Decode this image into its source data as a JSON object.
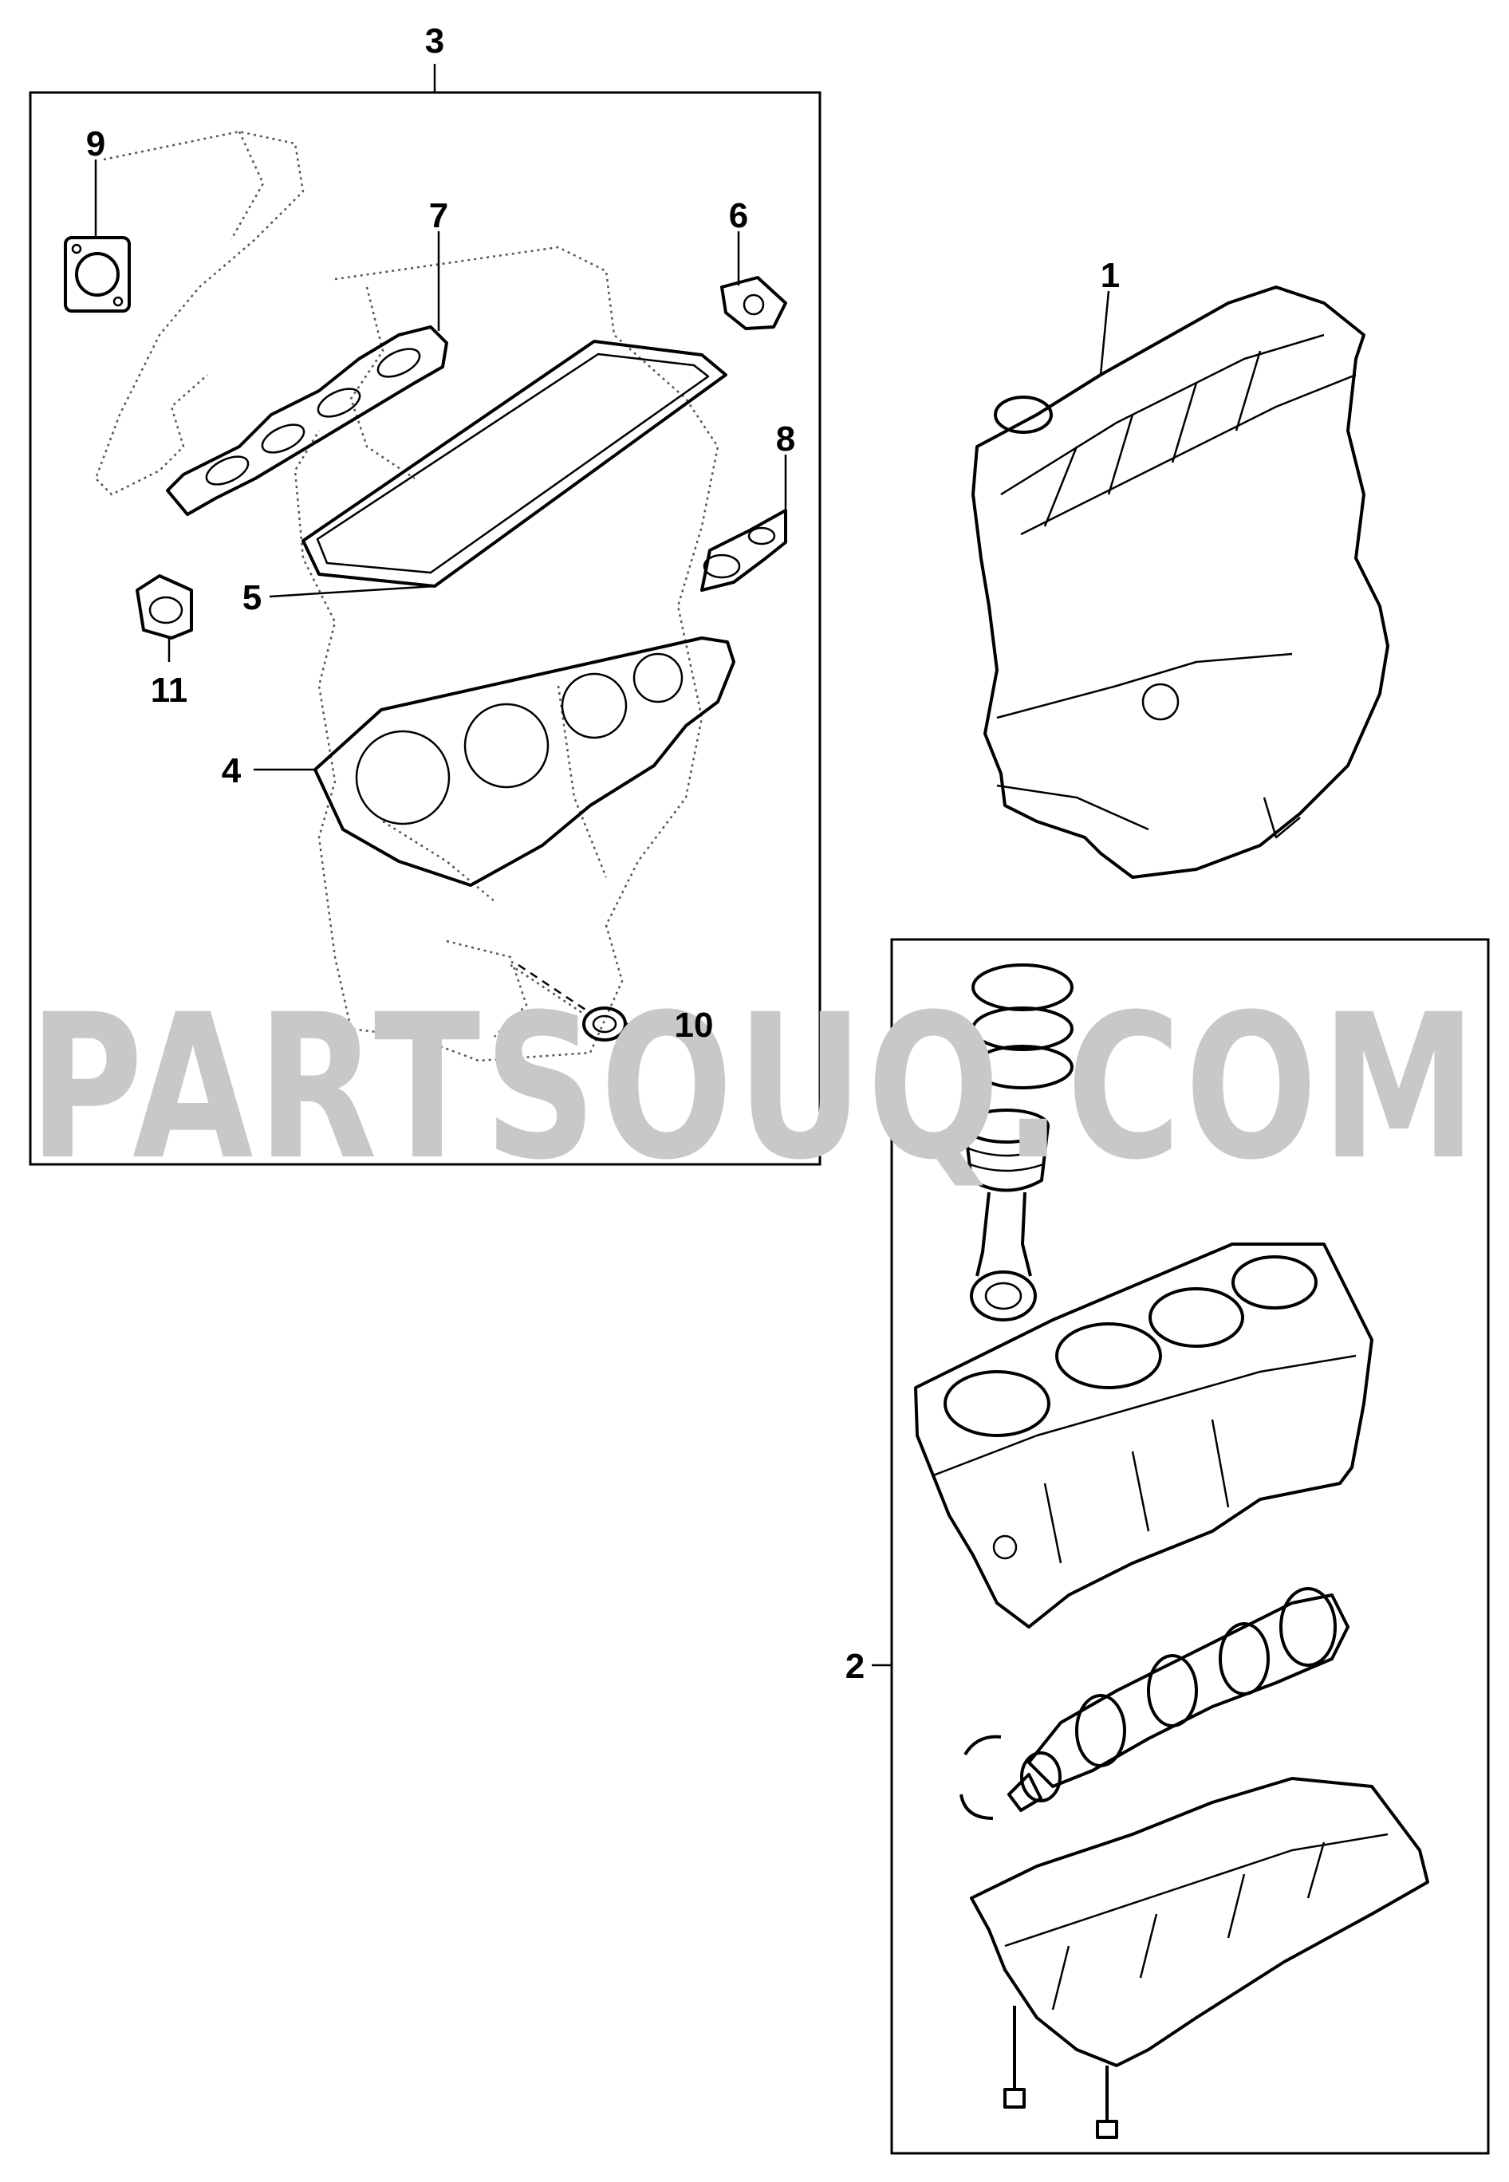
{
  "watermark": {
    "text": "PARTSOUQ.COM"
  },
  "callouts": {
    "c1": "1",
    "c2": "2",
    "c3": "3",
    "c4": "4",
    "c5": "5",
    "c6": "6",
    "c7": "7",
    "c8": "8",
    "c9": "9",
    "c10": "10",
    "c11": "11"
  },
  "colors": {
    "line": "#000000",
    "watermark": "#c8c8c8",
    "background": "#ffffff"
  }
}
